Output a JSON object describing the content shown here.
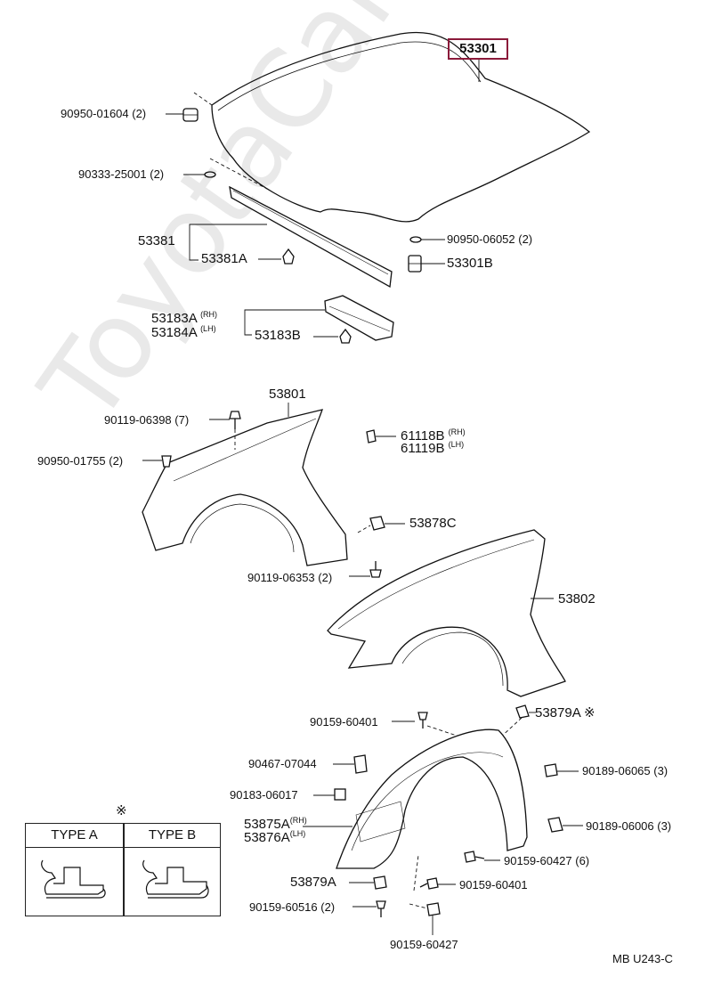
{
  "highlighted_part": "53301",
  "labels": {
    "p90950_01604": "90950-01604 (2)",
    "p90333_25001": "90333-25001 (2)",
    "p53381": "53381",
    "p53381A": "53381A",
    "p90950_06052": "90950-06052 (2)",
    "p53301B": "53301B",
    "p53183A": "53183A",
    "p53184A": "53184A",
    "p53183B": "53183B",
    "rh": "(RH)",
    "lh": "(LH)",
    "p53801": "53801",
    "p90119_06398": "90119-06398 (7)",
    "p90950_01755": "90950-01755 (2)",
    "p61118B": "61118B",
    "p61119B": "61119B",
    "p53878C": "53878C",
    "p90119_06353": "90119-06353 (2)",
    "p53802": "53802",
    "p90159_60401a": "90159-60401",
    "p53879A_star": "53879A ※",
    "p90467_07044": "90467-07044",
    "p90189_06065": "90189-06065 (3)",
    "p90183_06017": "90183-06017",
    "p53875A": "53875A",
    "p53876A": "53876A",
    "p90189_06006": "90189-06006 (3)",
    "p90159_60427_6": "90159-60427 (6)",
    "p53879A": "53879A",
    "p90159_60401b": "90159-60401",
    "p90159_60516": "90159-60516 (2)",
    "p90159_60427": "90159-60427",
    "star": "※",
    "type_a": "TYPE A",
    "type_b": "TYPE B",
    "doc_code": "MB U243-C"
  },
  "watermark": "ToyotaCarMine.ru"
}
